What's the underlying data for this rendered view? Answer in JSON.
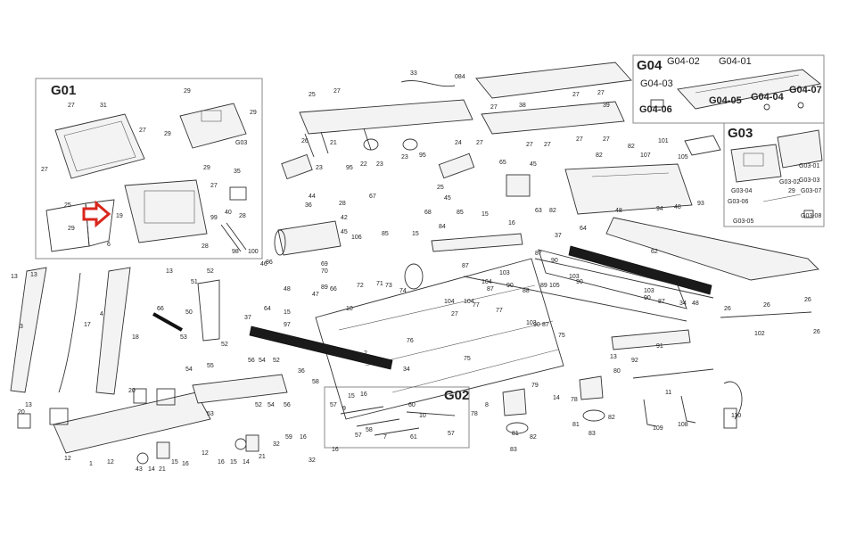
{
  "groups": {
    "g01": "G01",
    "g02": "G02",
    "g03": "G03",
    "g04": "G04"
  },
  "g04_labels": [
    "G04-02",
    "G04-01",
    "G04-03",
    "G04-06",
    "G04-05",
    "G04-04",
    "G04-07"
  ],
  "g03_labels": [
    "G03-01",
    "G03-02",
    "G03-03",
    "G03-04",
    "G03-05",
    "G03-06",
    "G03-07",
    "G03-08",
    "29"
  ],
  "labels": [
    {
      "t": "27"
    },
    {
      "t": "31"
    },
    {
      "t": "27"
    },
    {
      "t": "27"
    },
    {
      "t": "25"
    },
    {
      "t": "29"
    },
    {
      "t": "19"
    },
    {
      "t": "6"
    },
    {
      "t": "29"
    },
    {
      "t": "29"
    },
    {
      "t": "29"
    },
    {
      "t": "G03"
    },
    {
      "t": "29"
    },
    {
      "t": "35"
    },
    {
      "t": "27"
    },
    {
      "t": "99"
    },
    {
      "t": "40"
    },
    {
      "t": "28"
    },
    {
      "t": "28"
    },
    {
      "t": "98"
    },
    {
      "t": "100"
    },
    {
      "t": "33"
    },
    {
      "t": "084"
    },
    {
      "t": "27"
    },
    {
      "t": "38"
    },
    {
      "t": "27"
    },
    {
      "t": "27"
    },
    {
      "t": "39"
    },
    {
      "t": "25"
    },
    {
      "t": "27"
    },
    {
      "t": "26"
    },
    {
      "t": "21"
    },
    {
      "t": "95"
    },
    {
      "t": "22"
    },
    {
      "t": "23"
    },
    {
      "t": "23"
    },
    {
      "t": "95"
    },
    {
      "t": "24"
    },
    {
      "t": "27"
    },
    {
      "t": "27"
    },
    {
      "t": "27"
    },
    {
      "t": "27"
    },
    {
      "t": "27"
    },
    {
      "t": "82"
    },
    {
      "t": "107"
    },
    {
      "t": "101"
    },
    {
      "t": "105"
    },
    {
      "t": "82"
    },
    {
      "t": "48"
    },
    {
      "t": "94"
    },
    {
      "t": "48"
    },
    {
      "t": "93"
    },
    {
      "t": "63"
    },
    {
      "t": "82"
    },
    {
      "t": "23"
    },
    {
      "t": "44"
    },
    {
      "t": "36"
    },
    {
      "t": "28"
    },
    {
      "t": "67"
    },
    {
      "t": "42"
    },
    {
      "t": "25"
    },
    {
      "t": "45"
    },
    {
      "t": "68"
    },
    {
      "t": "85"
    },
    {
      "t": "15"
    },
    {
      "t": "16"
    },
    {
      "t": "45"
    },
    {
      "t": "106"
    },
    {
      "t": "85"
    },
    {
      "t": "15"
    },
    {
      "t": "84"
    },
    {
      "t": "86"
    },
    {
      "t": "87"
    },
    {
      "t": "64"
    },
    {
      "t": "62"
    },
    {
      "t": "37"
    },
    {
      "t": "87"
    },
    {
      "t": "90"
    },
    {
      "t": "103"
    },
    {
      "t": "104"
    },
    {
      "t": "88"
    },
    {
      "t": "103"
    },
    {
      "t": "90"
    },
    {
      "t": "89"
    },
    {
      "t": "105"
    },
    {
      "t": "77"
    },
    {
      "t": "27"
    },
    {
      "t": "103"
    },
    {
      "t": "90"
    },
    {
      "t": "87"
    },
    {
      "t": "34"
    },
    {
      "t": "48"
    },
    {
      "t": "26"
    },
    {
      "t": "26"
    },
    {
      "t": "102"
    },
    {
      "t": "26"
    },
    {
      "t": "26"
    },
    {
      "t": "13"
    },
    {
      "t": "13"
    },
    {
      "t": "13"
    },
    {
      "t": "52"
    },
    {
      "t": "51"
    },
    {
      "t": "50"
    },
    {
      "t": "66"
    },
    {
      "t": "4"
    },
    {
      "t": "17"
    },
    {
      "t": "3"
    },
    {
      "t": "18"
    },
    {
      "t": "53"
    },
    {
      "t": "54"
    },
    {
      "t": "52"
    },
    {
      "t": "55"
    },
    {
      "t": "56"
    },
    {
      "t": "54"
    },
    {
      "t": "52"
    },
    {
      "t": "46"
    },
    {
      "t": "69"
    },
    {
      "t": "70"
    },
    {
      "t": "89"
    },
    {
      "t": "72"
    },
    {
      "t": "71"
    },
    {
      "t": "73"
    },
    {
      "t": "74"
    },
    {
      "t": "10"
    },
    {
      "t": "66"
    },
    {
      "t": "48"
    },
    {
      "t": "47"
    },
    {
      "t": "64"
    },
    {
      "t": "37"
    },
    {
      "t": "15"
    },
    {
      "t": "97"
    },
    {
      "t": "2"
    },
    {
      "t": "34"
    },
    {
      "t": "76"
    },
    {
      "t": "75"
    },
    {
      "t": "77"
    },
    {
      "t": "104"
    },
    {
      "t": "75"
    },
    {
      "t": "91"
    },
    {
      "t": "92"
    },
    {
      "t": "13"
    },
    {
      "t": "80"
    },
    {
      "t": "11"
    },
    {
      "t": "108"
    },
    {
      "t": "109"
    },
    {
      "t": "110"
    },
    {
      "t": "20"
    },
    {
      "t": "13"
    },
    {
      "t": "20"
    },
    {
      "t": "12"
    },
    {
      "t": "1"
    },
    {
      "t": "12"
    },
    {
      "t": "43"
    },
    {
      "t": "14"
    },
    {
      "t": "21"
    },
    {
      "t": "15"
    },
    {
      "t": "16"
    },
    {
      "t": "12"
    },
    {
      "t": "16"
    },
    {
      "t": "15"
    },
    {
      "t": "14"
    },
    {
      "t": "21"
    },
    {
      "t": "32"
    },
    {
      "t": "59"
    },
    {
      "t": "16"
    },
    {
      "t": "32"
    },
    {
      "t": "16"
    },
    {
      "t": "36"
    },
    {
      "t": "58"
    },
    {
      "t": "52"
    },
    {
      "t": "54"
    },
    {
      "t": "56"
    },
    {
      "t": "53"
    },
    {
      "t": "57"
    },
    {
      "t": "9"
    },
    {
      "t": "15"
    },
    {
      "t": "16"
    },
    {
      "t": "60"
    },
    {
      "t": "10"
    },
    {
      "t": "58"
    },
    {
      "t": "57"
    },
    {
      "t": "61"
    },
    {
      "t": "7"
    },
    {
      "t": "57"
    },
    {
      "t": "78"
    },
    {
      "t": "8"
    },
    {
      "t": "79"
    },
    {
      "t": "81"
    },
    {
      "t": "82"
    },
    {
      "t": "83"
    },
    {
      "t": "14"
    },
    {
      "t": "78"
    },
    {
      "t": "81"
    },
    {
      "t": "82"
    },
    {
      "t": "83"
    },
    {
      "t": "65"
    },
    {
      "t": "45"
    },
    {
      "t": "87"
    },
    {
      "t": "90"
    },
    {
      "t": "104"
    },
    {
      "t": "103"
    },
    {
      "t": "90"
    },
    {
      "t": "87"
    }
  ],
  "arrow_color": "#d9261c"
}
